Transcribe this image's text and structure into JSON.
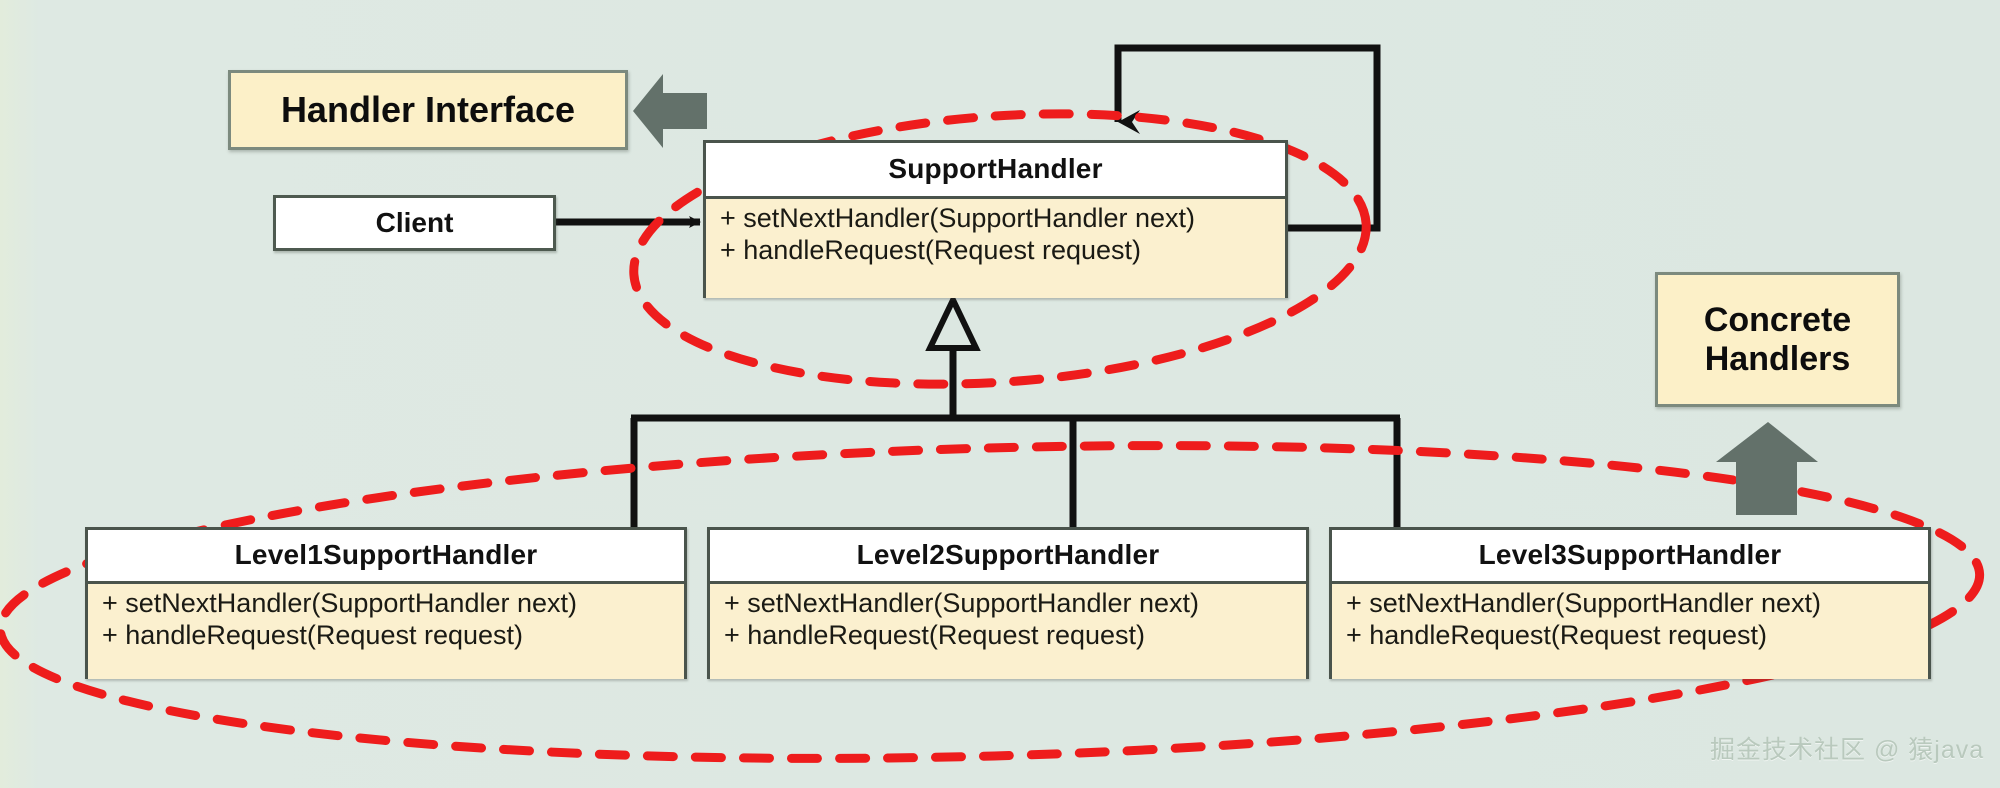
{
  "diagram": {
    "title": "Chain of Responsibility - SupportHandler UML",
    "background_color": "#dce7e1",
    "accent_color": "#ee1c1c",
    "box_fill": "#fbf0cf",
    "box_header_fill": "#ffffff",
    "box_border": "#4a544c",
    "note_border": "#7c8a7e",
    "gray_arrow_color": "#63716a"
  },
  "notes": [
    {
      "id": "handler-interface-note",
      "label": "Handler Interface"
    },
    {
      "id": "concrete-handlers-note",
      "line1": "Concrete",
      "line2": "Handlers"
    }
  ],
  "client": {
    "label": "Client"
  },
  "classes": [
    {
      "id": "support-handler",
      "name": "SupportHandler",
      "methods": [
        "+ setNextHandler(SupportHandler next)",
        "+ handleRequest(Request request)"
      ]
    },
    {
      "id": "level1-support-handler",
      "name": "Level1SupportHandler",
      "methods": [
        "+ setNextHandler(SupportHandler next)",
        "+ handleRequest(Request request)"
      ]
    },
    {
      "id": "level2-support-handler",
      "name": "Level2SupportHandler",
      "methods": [
        "+ setNextHandler(SupportHandler next)",
        "+ handleRequest(Request request)"
      ]
    },
    {
      "id": "level3-support-handler",
      "name": "Level3SupportHandler",
      "methods": [
        "+ setNextHandler(SupportHandler next)",
        "+ handleRequest(Request request)"
      ]
    }
  ],
  "connectors": [
    {
      "id": "client-to-handler",
      "kind": "association-arrow"
    },
    {
      "id": "self-next-loop",
      "kind": "self-reference-arrow"
    },
    {
      "id": "generalization-level1",
      "kind": "inheritance"
    },
    {
      "id": "generalization-level2",
      "kind": "inheritance"
    },
    {
      "id": "generalization-level3",
      "kind": "inheritance"
    }
  ],
  "highlights": [
    {
      "id": "interface-highlight-ellipse",
      "kind": "dashed-ellipse",
      "color": "#ee1c1c"
    },
    {
      "id": "concrete-highlight-ellipse",
      "kind": "dashed-ellipse",
      "color": "#ee1c1c"
    }
  ],
  "watermark": {
    "text": "掘金技术社区 @ 猿java"
  }
}
